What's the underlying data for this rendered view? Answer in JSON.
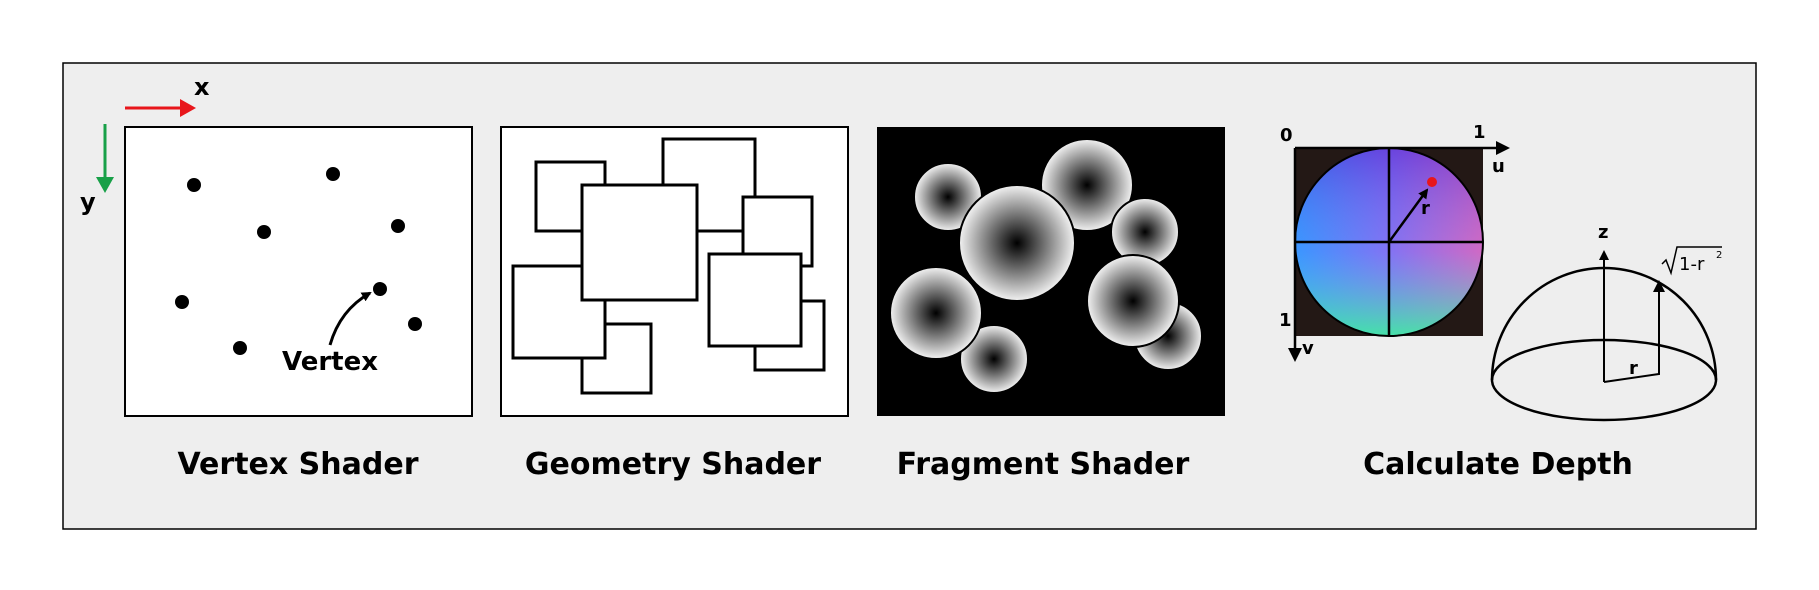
{
  "axes": {
    "x_label": "x",
    "y_label": "y"
  },
  "vertex_panel": {
    "caption": "Vertex Shader",
    "annotation": "Vertex"
  },
  "geometry_panel": {
    "caption": "Geometry Shader"
  },
  "fragment_panel": {
    "caption": "Fragment Shader"
  },
  "depth_panel": {
    "caption": "Calculate Depth",
    "uv_origin": "0",
    "u_max": "1",
    "v_max": "1",
    "u_label": "u",
    "v_label": "v",
    "radius_label": "r",
    "z_label": "z",
    "hemisphere_radius_label": "r",
    "height_formula": "1-r",
    "height_exponent": "2"
  },
  "colors": {
    "frame_background": "#eeeeee",
    "x_axis": "#e8161b",
    "y_axis": "#18a048",
    "uv_square": "#231815",
    "sample_point": "#e8161b"
  }
}
